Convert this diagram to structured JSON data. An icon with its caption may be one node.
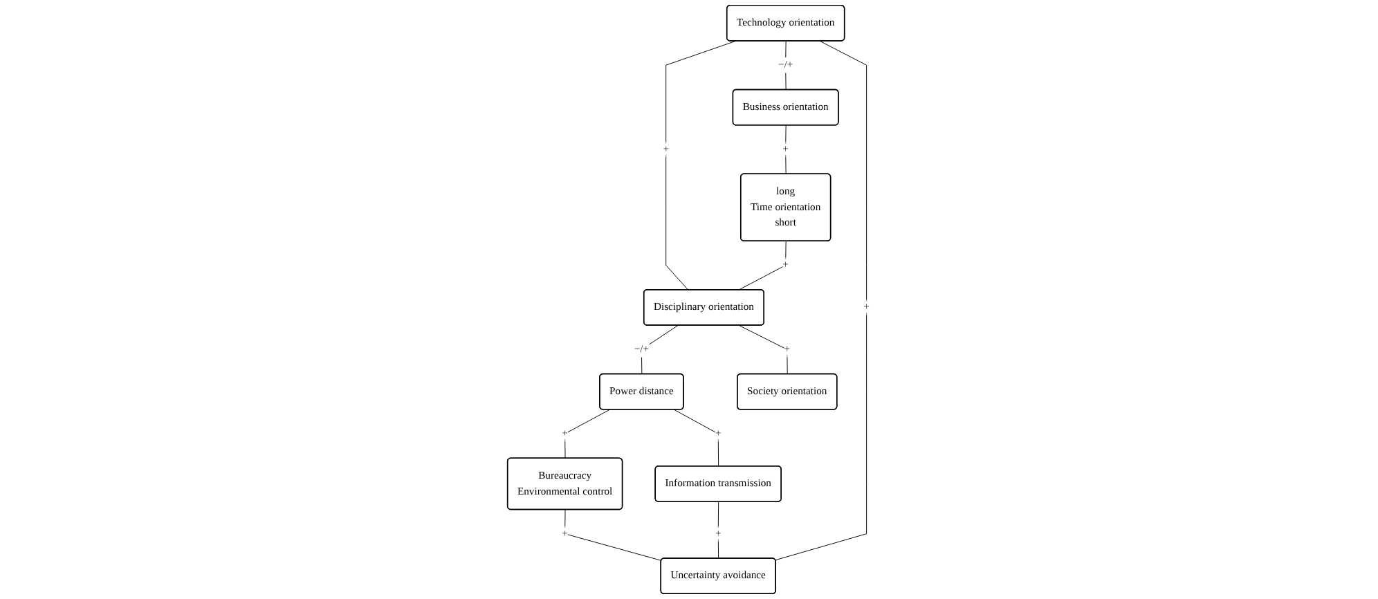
{
  "diagram": {
    "nodes": [
      {
        "text": [
          "Technology orientation"
        ]
      },
      {
        "text": [
          "Business orientation"
        ]
      },
      {
        "text": [
          "long",
          "Time orientation",
          "short"
        ]
      },
      {
        "text": [
          "Disciplinary orientation"
        ]
      },
      {
        "text": [
          "Power distance"
        ]
      },
      {
        "text": [
          "Bureaucracy",
          "Environmental control"
        ]
      },
      {
        "text": [
          "Society orientation"
        ]
      },
      {
        "text": [
          "Information transmission"
        ]
      },
      {
        "text": [
          "Uncertainty avoidance"
        ]
      }
    ],
    "edges": [
      {
        "from": 0,
        "to": 1,
        "arrow": "none",
        "label": "−/+"
      },
      {
        "from": 1,
        "to": 2,
        "arrow": "none",
        "label": "+"
      },
      {
        "from": 0,
        "to": 3,
        "arrow": "none",
        "label": "+"
      },
      {
        "from": 2,
        "to": 3,
        "arrow": "none",
        "label": "+"
      },
      {
        "from": 3,
        "to": 4,
        "arrow": "none",
        "label": "−/+"
      },
      {
        "from": 3,
        "to": 6,
        "arrow": "none",
        "label": "+"
      },
      {
        "from": 4,
        "to": 5,
        "arrow": "none",
        "label": "+"
      },
      {
        "from": 4,
        "to": 7,
        "arrow": "none",
        "label": "+"
      },
      {
        "from": 5,
        "to": 8,
        "arrow": "none",
        "label": "+"
      },
      {
        "from": 7,
        "to": 8,
        "arrow": "none",
        "label": "+"
      },
      {
        "from": 0,
        "to": 8,
        "arrow": "none",
        "label": "+"
      }
    ]
  }
}
